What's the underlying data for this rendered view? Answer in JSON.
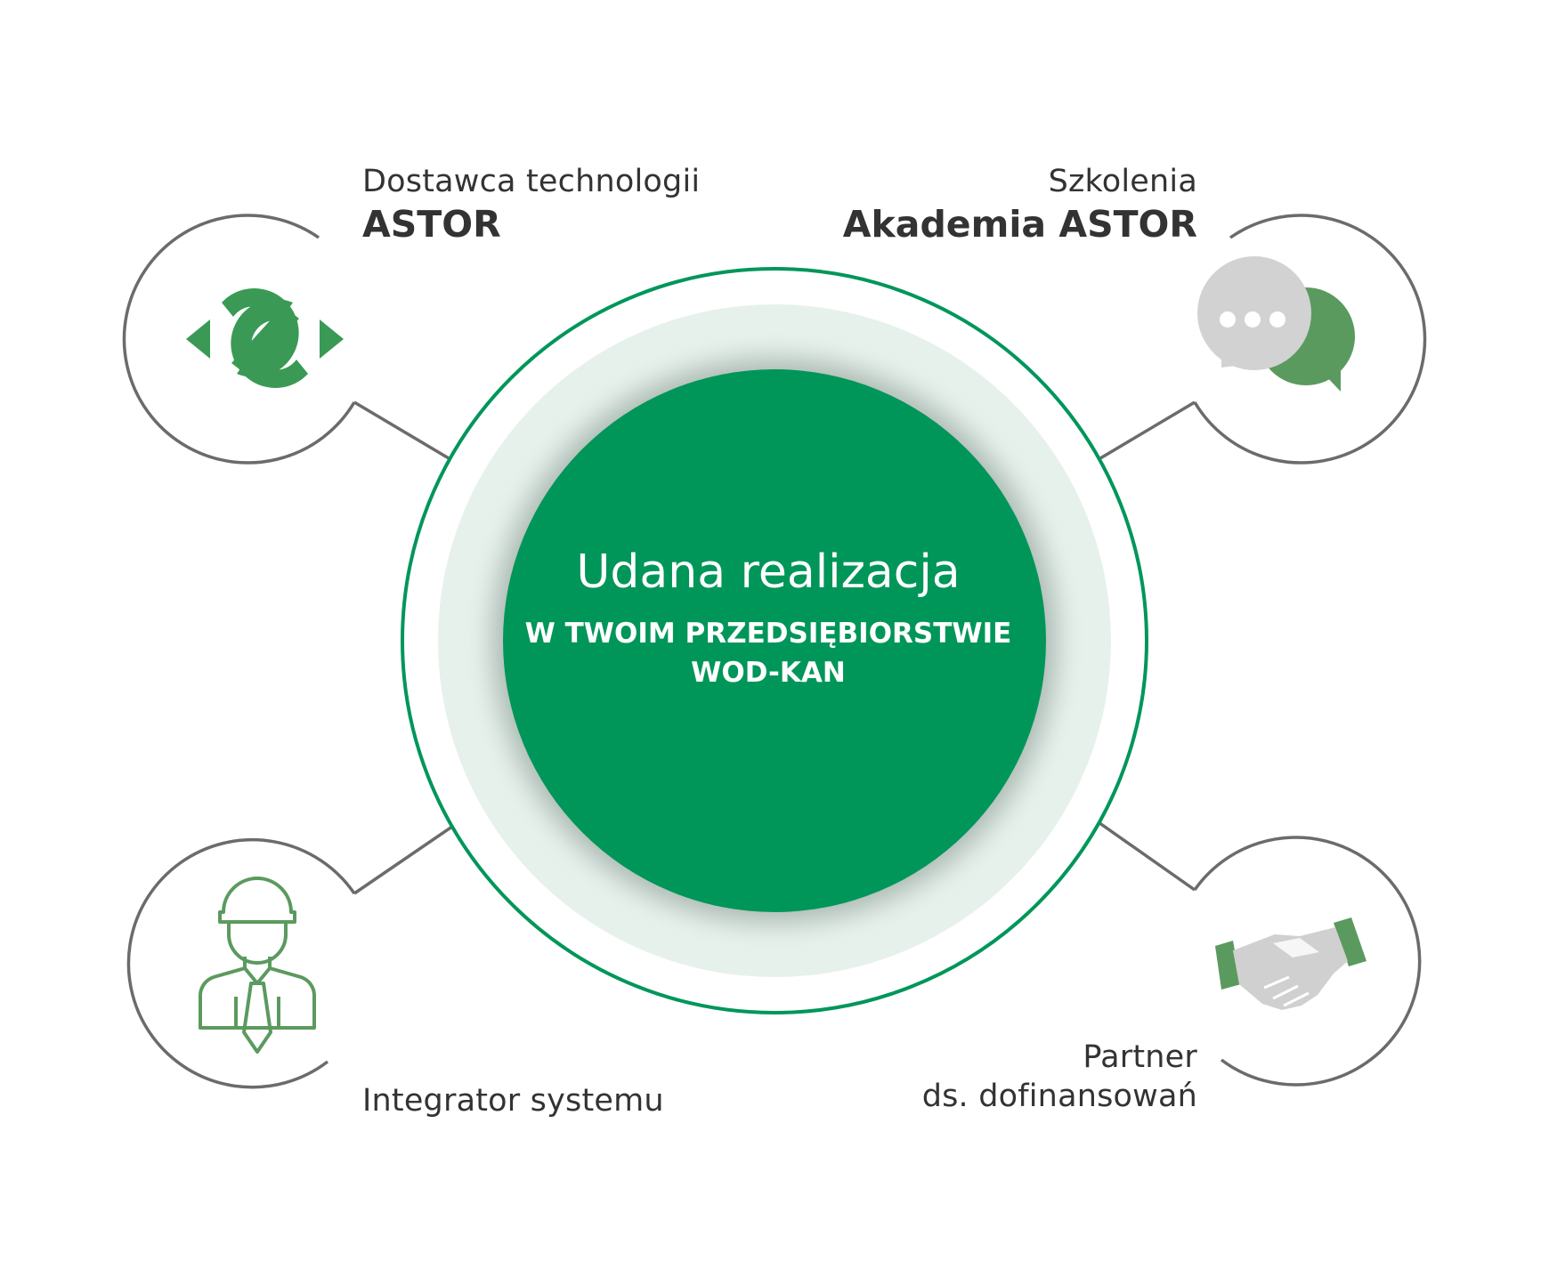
{
  "colors": {
    "brand_green": "#00965a",
    "icon_green": "#5b9a5e",
    "line_gray": "#6b6b6b",
    "bubble_gray": "#d2d2d2",
    "halo": "#e6f1ec",
    "text_dark": "#333333"
  },
  "center": {
    "title": "Udana realizacja",
    "subtitle": "W TWOIM PRZEDSIĘBIORSTWIE WOD-KAN"
  },
  "nodes": {
    "top_left": {
      "line1": "Dostawca technologii",
      "line2": "ASTOR",
      "icon": "astor-logo-icon"
    },
    "top_right": {
      "line1": "Szkolenia",
      "line2": "Akademia ASTOR",
      "icon": "chat-bubbles-icon"
    },
    "bottom_left": {
      "line1": "Integrator systemu",
      "icon": "engineer-with-helmet-icon"
    },
    "bottom_right": {
      "line1": "Partner",
      "line2": "ds. dofinansowań",
      "icon": "handshake-icon"
    }
  }
}
